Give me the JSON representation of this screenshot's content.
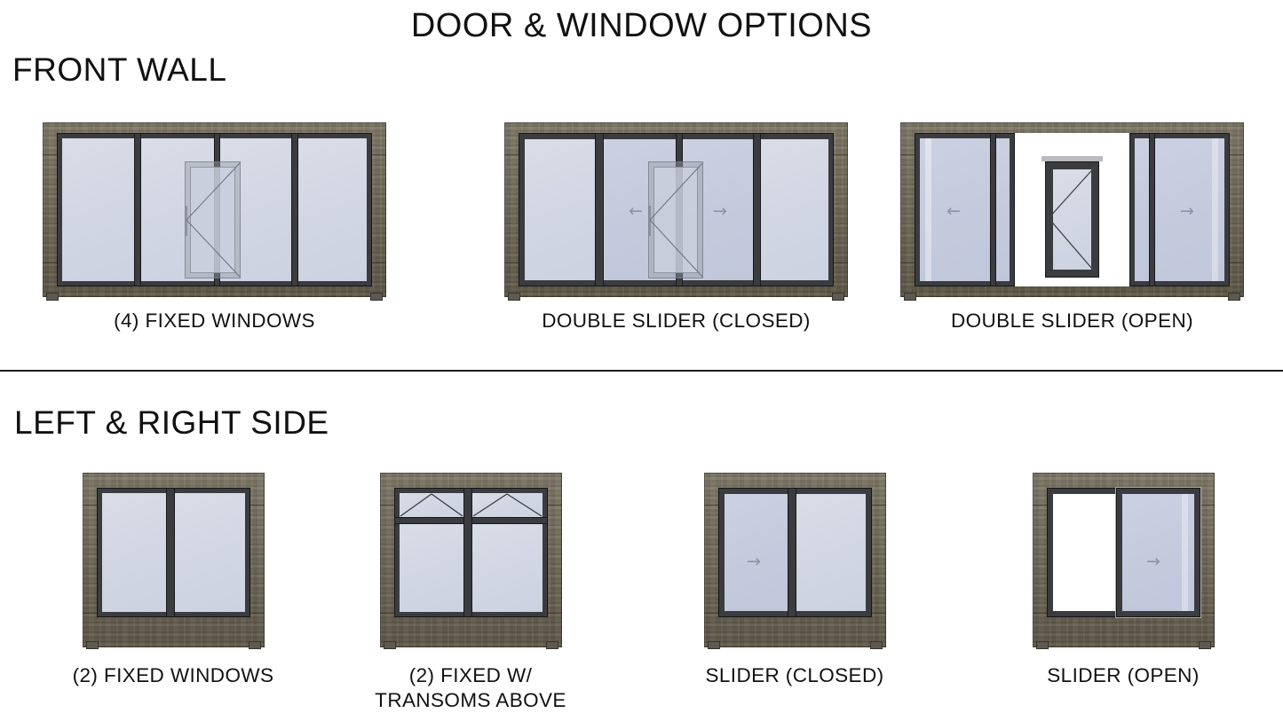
{
  "document": {
    "title": "DOOR & WINDOW OPTIONS",
    "background_color": "#ffffff",
    "text_color": "#111111"
  },
  "palette": {
    "wood_frame": "#6d6553",
    "window_frame": "#3a3c3f",
    "glass_fixed": "#d3d8e4",
    "glass_slider": "#c6cbdf",
    "door_ghost": "#969ba5",
    "arrow": "#8c93a3",
    "divider": "#1b1b1b"
  },
  "sections": [
    {
      "id": "front-wall",
      "heading": "FRONT WALL",
      "options": [
        {
          "id": "four-fixed-windows",
          "caption": "(4) FIXED WINDOWS",
          "panels": 4,
          "door": "ghost-center",
          "arrows": [],
          "state": "fixed"
        },
        {
          "id": "double-slider-closed",
          "caption": "DOUBLE SLIDER (CLOSED)",
          "panels": 4,
          "door": "ghost-center",
          "arrows": [
            "left",
            "right"
          ],
          "state": "closed"
        },
        {
          "id": "double-slider-open",
          "caption": "DOUBLE SLIDER (OPEN)",
          "panels": 2,
          "door": "solid-center",
          "arrows": [
            "left",
            "right"
          ],
          "state": "open"
        }
      ]
    },
    {
      "id": "left-right-side",
      "heading": "LEFT & RIGHT SIDE",
      "options": [
        {
          "id": "two-fixed-windows",
          "caption": "(2) FIXED WINDOWS",
          "panels": 2,
          "transoms": false,
          "arrows": [],
          "state": "fixed"
        },
        {
          "id": "two-fixed-with-transoms",
          "caption": "(2) FIXED W/\nTRANSOMS ABOVE",
          "panels": 2,
          "transoms": true,
          "arrows": [],
          "state": "fixed"
        },
        {
          "id": "slider-closed",
          "caption": "SLIDER (CLOSED)",
          "panels": 2,
          "transoms": false,
          "arrows": [
            "right"
          ],
          "state": "closed"
        },
        {
          "id": "slider-open",
          "caption": "SLIDER (OPEN)",
          "panels": 2,
          "transoms": false,
          "arrows": [
            "right"
          ],
          "state": "open"
        }
      ]
    }
  ],
  "glyphs": {
    "arrow_left": "←",
    "arrow_right": "→"
  }
}
